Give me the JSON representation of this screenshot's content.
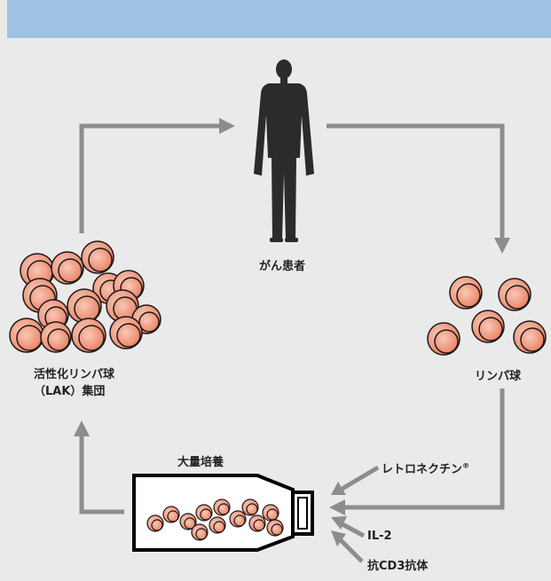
{
  "labels": {
    "patient": "がん患者",
    "lymphocytes": "リンパ球",
    "lak_line1": "活性化リンパ球",
    "lak_line2": "（LAK）集団",
    "culture": "大量培養",
    "retronectin": "レトロネクチン",
    "retronectin_mark": "®",
    "il2": "IL-2",
    "anti_cd3": "抗CD3抗体"
  },
  "colors": {
    "header_bar": "#9fc2e4",
    "background": "#eaeaea",
    "arrow": "#8d8d8d",
    "cell_fill": "#f2a08a",
    "cell_outline": "#1a1a1a",
    "silhouette": "#2b2b2b"
  }
}
